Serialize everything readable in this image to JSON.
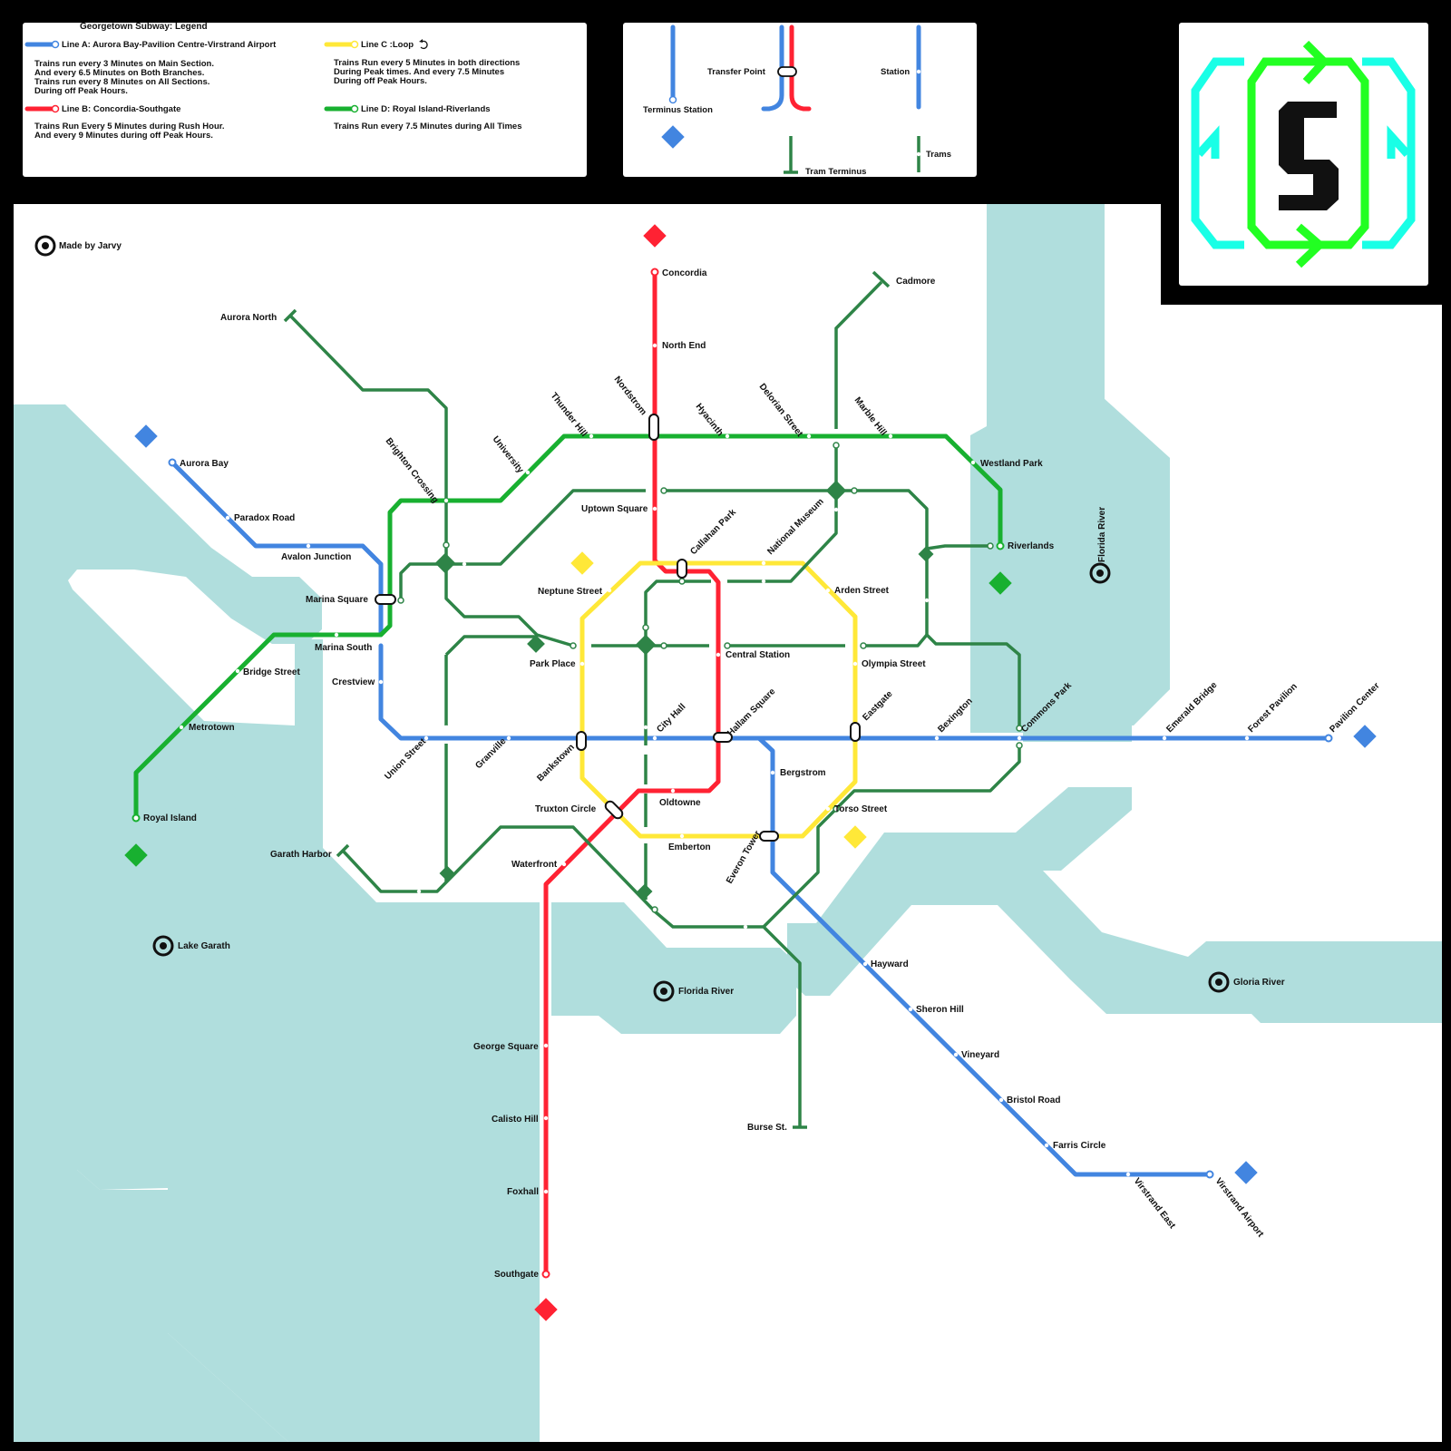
{
  "title": "Georgetown Subway: Legend",
  "credit": "Made by Jarvy",
  "colors": {
    "line_a": "#4285e0",
    "line_b": "#ff2233",
    "line_c": "#ffe838",
    "line_d": "#18b030",
    "tram": "#2e8447",
    "water": "#b0dedd",
    "land": "#ffffff",
    "logo_cyan": "#19ffe6",
    "logo_green": "#22ff22"
  },
  "legend": {
    "line_a": {
      "name": "Line A: Aurora Bay-Pavilion Centre-Virstrand Airport",
      "desc": [
        "Trains run every 3 Minutes on Main Section.",
        "And every 6.5 Minutes on Both Branches.",
        "Trains run every 8 Minutes on All Sections.",
        "During off Peak Hours."
      ]
    },
    "line_b": {
      "name": "Line B: Concordia-Southgate",
      "desc": [
        "Trains Run Every 5 Minutes during Rush Hour.",
        "And every 9 Minutes during off Peak Hours."
      ]
    },
    "line_c": {
      "name": "Line C :Loop",
      "desc": [
        "Trains Run every 5 Minutes in both directions",
        "During Peak times. And every 7.5 Minutes",
        "During off Peak Hours."
      ]
    },
    "line_d": {
      "name": "Line D: Royal Island-Riverlands",
      "desc": [
        "Trains Run every 7.5 Minutes during All Times"
      ]
    },
    "symbols": {
      "transfer": "Transfer Point",
      "station": "Station",
      "terminus": "Terminus Station",
      "tram_terminus": "Tram Terminus",
      "trams": "Trams"
    }
  },
  "water_labels": {
    "florida_river_ne": "Florida River",
    "florida_river_s": "Florida River",
    "lake_garath": "Lake Garath",
    "gloria_river": "Gloria River"
  },
  "stations": {
    "line_a": [
      "Aurora Bay",
      "Paradox Road",
      "Avalon Junction",
      "Marina Square",
      "Crestview",
      "Union Street",
      "Granville",
      "Bankstown",
      "City Hall",
      "Hallam Square",
      "Eastgate",
      "Bexington",
      "Commons Park",
      "Emerald Bridge",
      "Forest Pavilion",
      "Pavilion Center",
      "Bergstrom",
      "Everon Tower",
      "Hayward",
      "Sheron Hill",
      "Vineyard",
      "Bristol Road",
      "Farris Circle",
      "Virstrand East",
      "Virstrand Airport"
    ],
    "line_b": [
      "Concordia",
      "North End",
      "Nordstrom",
      "Uptown Square",
      "Callahan Park",
      "Central Station",
      "Oldtowne",
      "Truxton Circle",
      "Waterfront",
      "George Square",
      "Calisto Hill",
      "Foxhall",
      "Southgate"
    ],
    "line_c": [
      "Neptune Street",
      "National Museum",
      "Arden Street",
      "Olympia Street",
      "Torso Street",
      "Emberton",
      "Park Place"
    ],
    "line_d": [
      "Royal Island",
      "Metrotown",
      "Bridge Street",
      "Marina South",
      "Brighton Crossing",
      "University",
      "Thunder Hill",
      "Hyacinth",
      "Delorian Street",
      "Marble Hill",
      "Westland Park",
      "Riverlands"
    ],
    "trams": [
      "Aurora North",
      "Cadmore",
      "Garath Harbor",
      "Burse St."
    ]
  }
}
